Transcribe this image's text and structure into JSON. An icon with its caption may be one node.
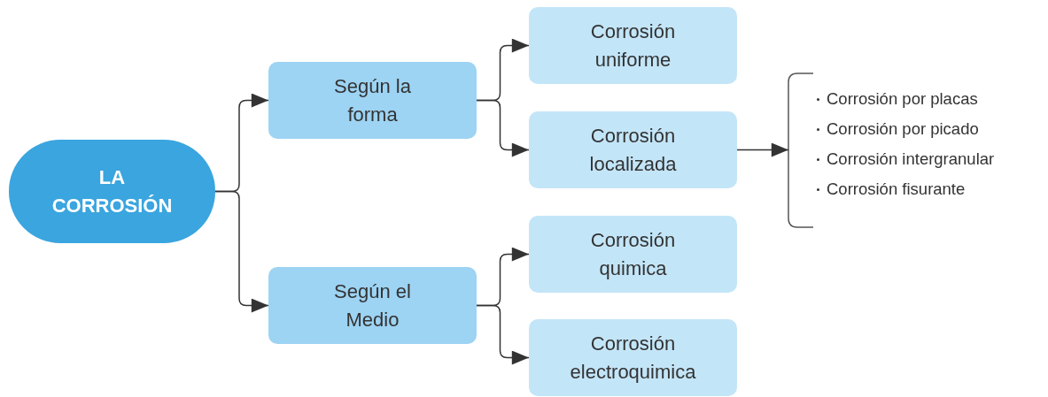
{
  "diagram": {
    "nodes": [
      {
        "text": [
          "LA CORROSIÓN"
        ]
      },
      {
        "text": [
          "Según la forma"
        ]
      },
      {
        "text": [
          "Según el Medio"
        ]
      },
      {
        "text": [
          "Corrosión uniforme"
        ]
      },
      {
        "text": [
          "Corrosión localizada"
        ]
      },
      {
        "text": [
          "Corrosión quimica"
        ]
      },
      {
        "text": [
          "Corrosión electroquimica"
        ]
      },
      {
        "text": [
          "Corrosión por placas",
          "Corrosión por picado",
          "Corrosión intergranular",
          "Corrosión fisurante"
        ]
      }
    ],
    "edges": [
      {
        "from": 0,
        "to": 1,
        "arrow": "to"
      },
      {
        "from": 0,
        "to": 2,
        "arrow": "to"
      },
      {
        "from": 1,
        "to": 3,
        "arrow": "to"
      },
      {
        "from": 1,
        "to": 4,
        "arrow": "to"
      },
      {
        "from": 2,
        "to": 5,
        "arrow": "to"
      },
      {
        "from": 2,
        "to": 6,
        "arrow": "to"
      },
      {
        "from": 4,
        "to": 7,
        "arrow": "to"
      }
    ]
  }
}
